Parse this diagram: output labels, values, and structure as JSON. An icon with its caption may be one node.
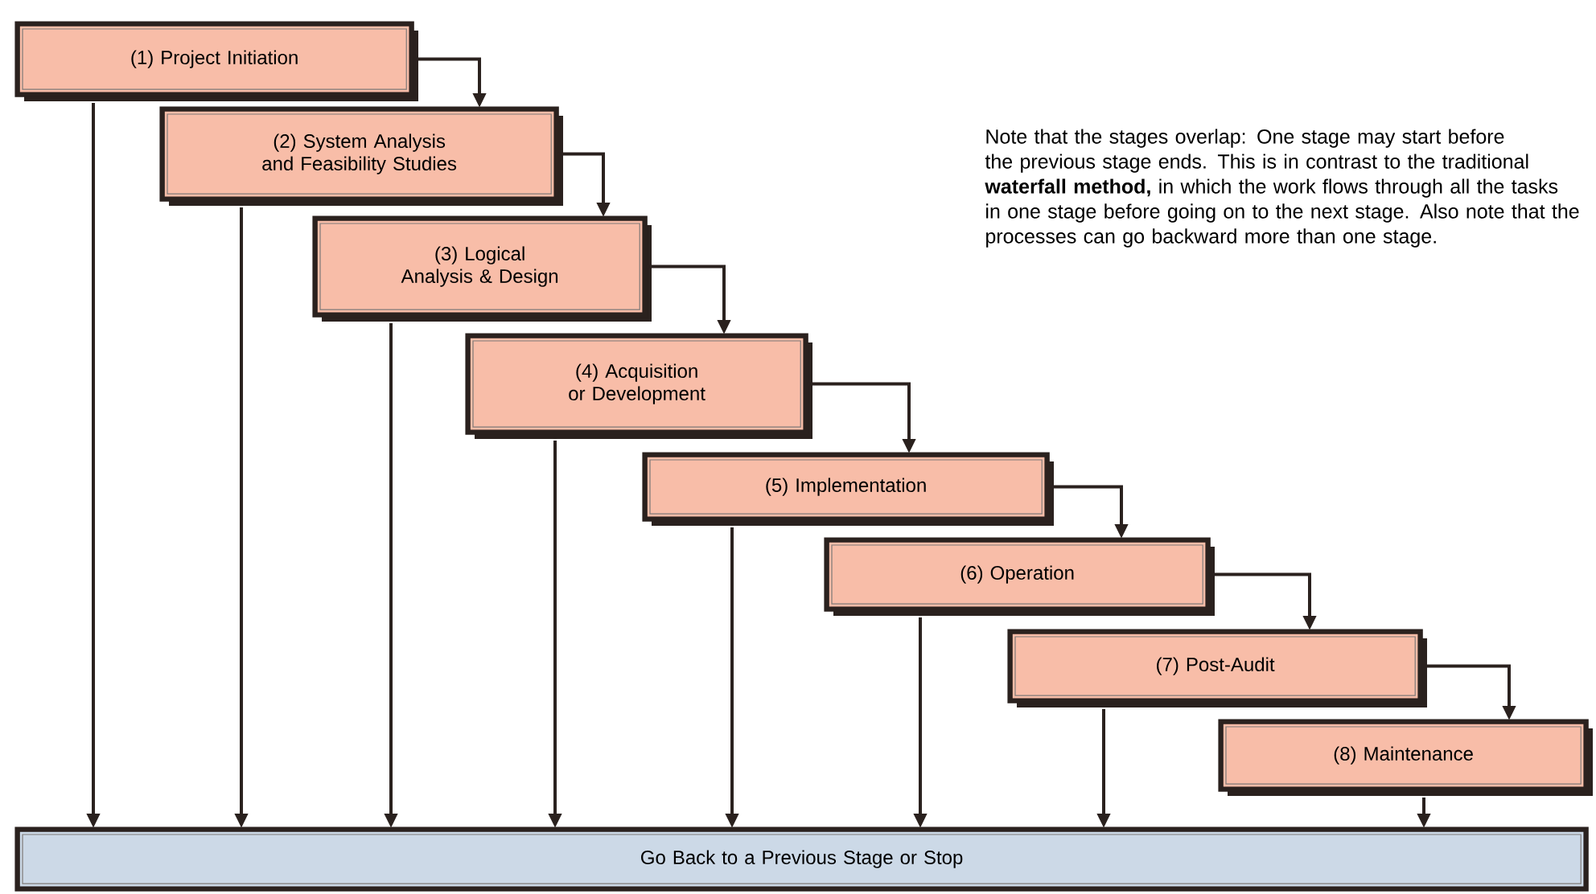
{
  "diagram": {
    "nodes": [
      {
        "text": [
          "(1) Project Initiation"
        ]
      },
      {
        "text": [
          "(2) System Analysis and Feasibility Studies"
        ]
      },
      {
        "text": [
          "(3) Logical Analysis & Design"
        ]
      },
      {
        "text": [
          "(4) Acquisition or Development"
        ]
      },
      {
        "text": [
          "(5) Implementation"
        ]
      },
      {
        "text": [
          "(6) Operation"
        ]
      },
      {
        "text": [
          "(7) Post-Audit"
        ]
      },
      {
        "text": [
          "(8) Maintenance"
        ]
      },
      {
        "text": [
          "Go Back to a Previous Stage or Stop"
        ]
      }
    ],
    "edges": [
      {
        "from": 0,
        "to": 1,
        "arrow": "to"
      },
      {
        "from": 1,
        "to": 2,
        "arrow": "to"
      },
      {
        "from": 2,
        "to": 3,
        "arrow": "to"
      },
      {
        "from": 3,
        "to": 4,
        "arrow": "to"
      },
      {
        "from": 4,
        "to": 5,
        "arrow": "to"
      },
      {
        "from": 5,
        "to": 6,
        "arrow": "to"
      },
      {
        "from": 6,
        "to": 7,
        "arrow": "to"
      },
      {
        "from": 0,
        "to": 8,
        "arrow": "to"
      },
      {
        "from": 1,
        "to": 8,
        "arrow": "to"
      },
      {
        "from": 2,
        "to": 8,
        "arrow": "to"
      },
      {
        "from": 3,
        "to": 8,
        "arrow": "to"
      },
      {
        "from": 4,
        "to": 8,
        "arrow": "to"
      },
      {
        "from": 5,
        "to": 8,
        "arrow": "to"
      },
      {
        "from": 6,
        "to": 8,
        "arrow": "to"
      },
      {
        "from": 7,
        "to": 8,
        "arrow": "to"
      }
    ],
    "labels": [
      "Note that the stages overlap: One stage may start before the previous stage ends. This is in contrast to the traditional **waterfall method,** in which the work flows through all the tasks in one stage before going on to the next stage. Also note that the processes can go backward more than one stage."
    ]
  }
}
